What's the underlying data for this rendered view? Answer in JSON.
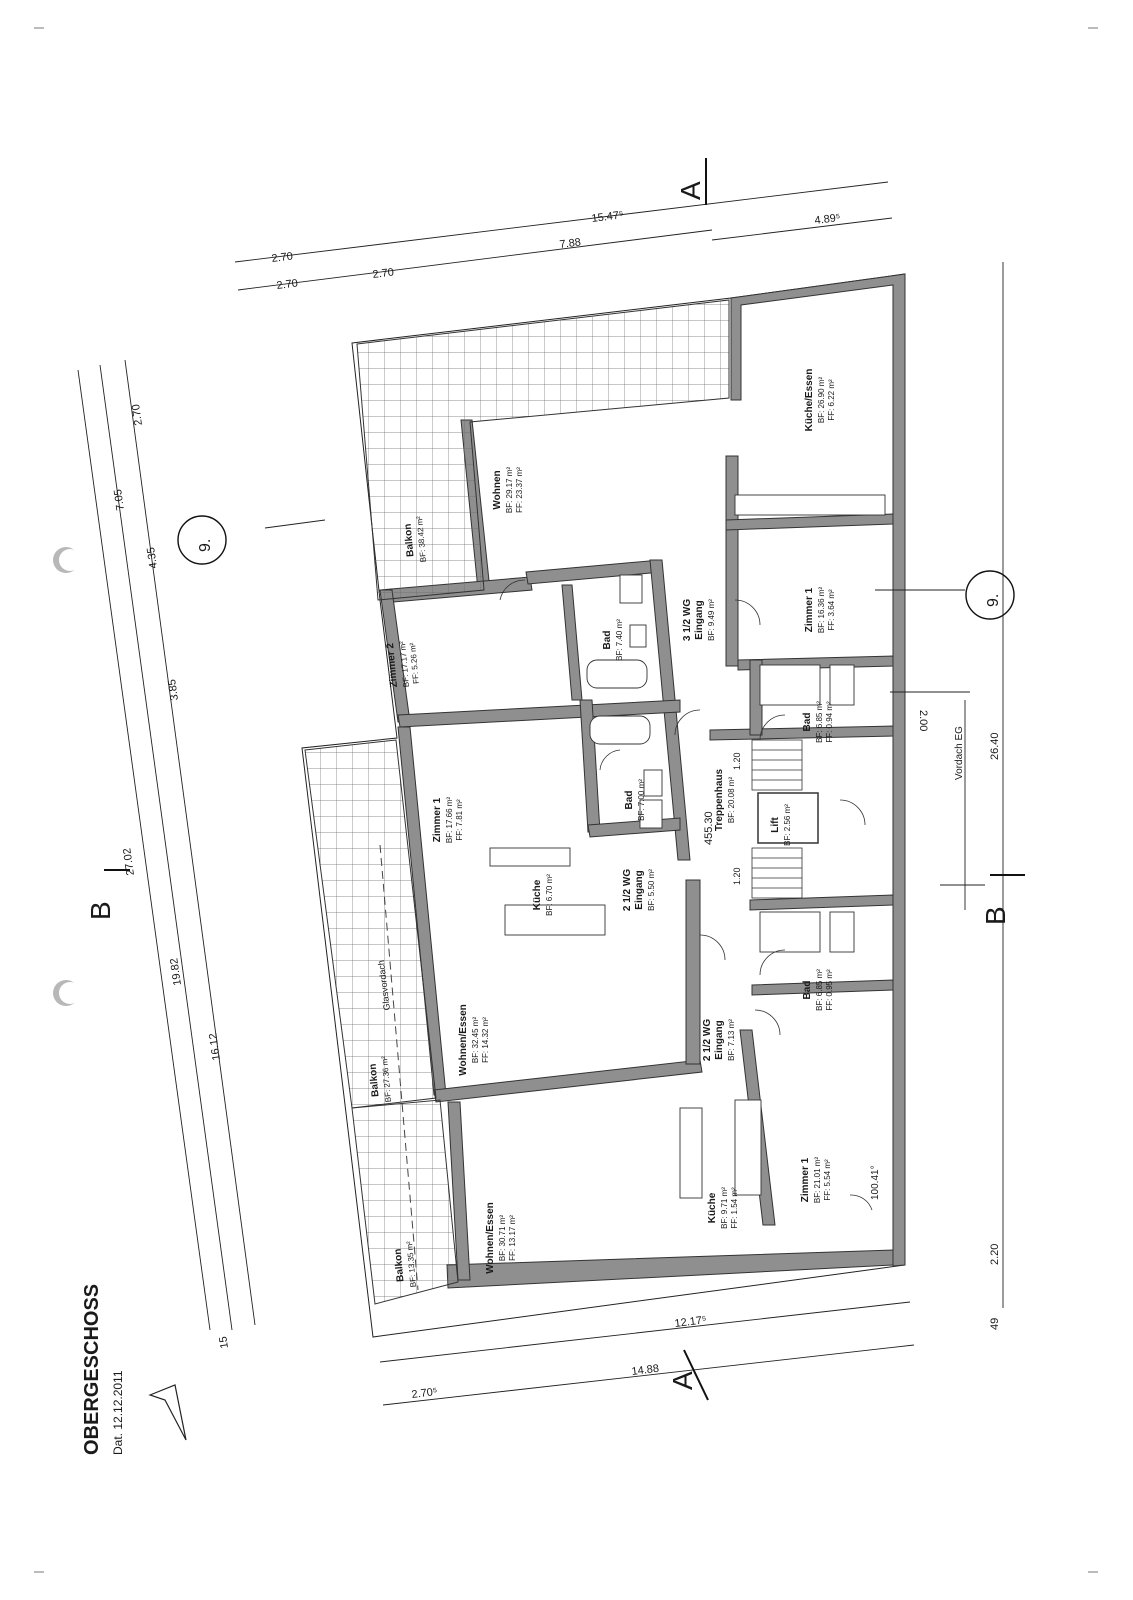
{
  "plan": {
    "title": "OBERGESCHOSS",
    "date": "Dat. 12.12.2011",
    "section_a": "A",
    "section_b": "B",
    "axis_label": "9.",
    "stair_level": "455.30",
    "canopy_label": "Vordach EG",
    "glass_canopy_label": "Glasvordach",
    "corner_angle": "100.41°"
  },
  "dimensions": {
    "top_row1": [
      "2.70",
      "7.88",
      "4.89⁵"
    ],
    "top_total": "15.47⁵",
    "top_row2": [
      "2.70",
      "2.70"
    ],
    "left_col1": [
      "2.70",
      "4.35",
      "3.85",
      "16.12"
    ],
    "left_col2": [
      "7.05",
      "19.82"
    ],
    "left_total": "27.02",
    "left_small": "15",
    "right_total": "26.40",
    "right_small": [
      "2.00",
      "2.20",
      "49"
    ],
    "bottom_row1": "12.17⁵",
    "bottom_row2": [
      "2.70⁵",
      "14.88"
    ],
    "stair_offsets": [
      "1.20",
      "1.20"
    ]
  },
  "rooms": [
    {
      "name": "Küche/Essen",
      "bf": "BF: 26.90 m²",
      "ff": "FF: 6.22 m²"
    },
    {
      "name": "Wohnen",
      "bf": "BF: 29.17 m²",
      "ff": "FF: 23.37 m²"
    },
    {
      "name": "Balkon",
      "bf": "BF: 38.42 m²",
      "ff": ""
    },
    {
      "name": "Zimmer 1",
      "bf": "BF: 16.36 m²",
      "ff": "FF: 3.64 m²"
    },
    {
      "name": "3 1/2 WG",
      "sub": "Eingang",
      "bf": "BF: 9.49 m²"
    },
    {
      "name": "Bad",
      "bf": "BF: 7.40 m²",
      "ff": ""
    },
    {
      "name": "Zimmer 2",
      "bf": "BF: 17.17 m²",
      "ff": "FF: 5.26 m²"
    },
    {
      "name": "Bad",
      "bf": "BF: 6.85 m²",
      "ff": "FF: 0.94 m²"
    },
    {
      "name": "Zimmer 1",
      "bf": "BF: 17.66 m²",
      "ff": "FF: 7.81 m²"
    },
    {
      "name": "Bad",
      "bf": "BF: 7.00 m²",
      "ff": ""
    },
    {
      "name": "Treppenhaus",
      "bf": "BF: 20.08 m²",
      "ff": ""
    },
    {
      "name": "Lift",
      "bf": "BF: 2.56 m²",
      "ff": ""
    },
    {
      "name": "Küche",
      "bf": "BF: 6.70 m²",
      "ff": ""
    },
    {
      "name": "2 1/2 WG",
      "sub": "Eingang",
      "bf": "BF: 5.50 m²"
    },
    {
      "name": "Bad",
      "bf": "BF: 6.85 m²",
      "ff": "FF: 0.95 m²"
    },
    {
      "name": "Wohnen/Essen",
      "bf": "BF: 32.45 m²",
      "ff": "FF: 14.32 m²"
    },
    {
      "name": "Balkon",
      "bf": "BF: 27.36 m²",
      "ff": ""
    },
    {
      "name": "2 1/2 WG",
      "sub": "Eingang",
      "bf": "BF: 7.13 m²"
    },
    {
      "name": "Zimmer 1",
      "bf": "BF: 21.01 m²",
      "ff": "FF: 5.54 m²"
    },
    {
      "name": "Küche",
      "bf": "BF: 9.71 m²",
      "ff": "FF: 1.54 m²"
    },
    {
      "name": "Wohnen/Essen",
      "bf": "BF: 30.71 m²",
      "ff": "FF: 13.17 m²"
    },
    {
      "name": "Balkon",
      "bf": "BF: 13.35 m²",
      "ff": ""
    }
  ]
}
